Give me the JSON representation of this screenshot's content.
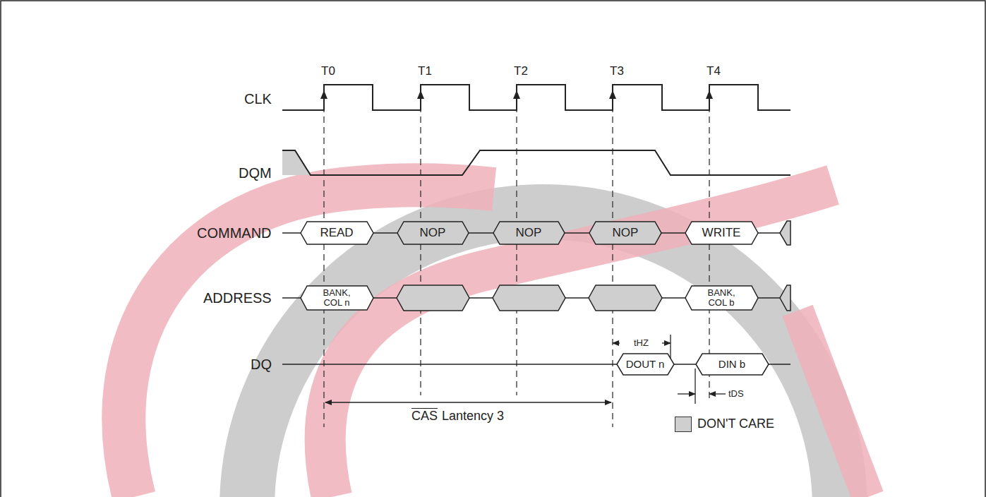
{
  "diagram": {
    "nodes": [
      {
        "text": [
          "READ"
        ]
      },
      {
        "text": [
          "NOP"
        ]
      },
      {
        "text": [
          "NOP"
        ]
      },
      {
        "text": [
          "NOP"
        ]
      },
      {
        "text": [
          "WRITE"
        ]
      },
      {
        "text": [
          "BANK, COL n"
        ]
      },
      {
        "text": [
          "BANK, COL b"
        ]
      },
      {
        "text": [
          "DOUT n"
        ]
      },
      {
        "text": [
          "DIN b"
        ]
      }
    ],
    "labels": [
      "CLK",
      "DQM",
      "COMMAND",
      "ADDRESS",
      "DQ",
      "T0",
      "T1",
      "T2",
      "T3",
      "T4",
      "tHZ",
      "tDS",
      "CAS",
      "Lantency 3"
    ],
    "legend": [
      {
        "text": "DON'T CARE",
        "color": "#cfcfcf"
      }
    ]
  }
}
